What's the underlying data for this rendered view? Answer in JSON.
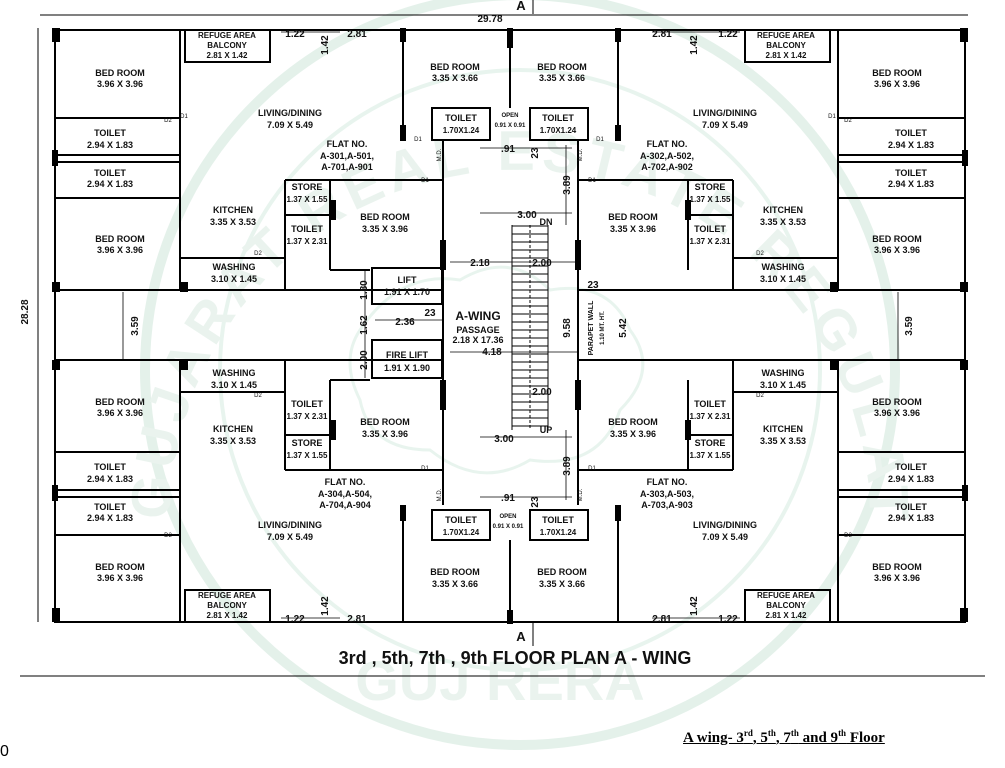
{
  "title": "3rd , 5th, 7th , 9th FLOOR PLAN  A - WING",
  "footer": {
    "prefix": "A wing- 3",
    "s1": "rd",
    "t2": ", 5",
    "s2": "th",
    "t3": ", 7",
    "s3": "th",
    "t4": " and 9",
    "s4": "th",
    "t5": " Floor"
  },
  "page_number": "0",
  "watermark": "GUJARAT REAL ESTATE REGULATORY AUTHORITY",
  "watermark_bottom": "GUJ RERA",
  "section_mark": "A",
  "overall": {
    "width": "29.78",
    "height": "28.28"
  },
  "core": {
    "wing_label": "A-WING",
    "passage": "PASSAGE",
    "passage_size": "2.18 X 17.36",
    "lift": "LIFT",
    "lift_size": "1.91 X 1.70",
    "fire_lift": "FIRE LIFT",
    "fire_lift_size": "1.91 X 1.90",
    "dn": "DN",
    "up": "UP",
    "parapet": "PARAPET WALL",
    "parapet_ht": "1.10 MT. HT.",
    "dims": {
      "d300": "3.00",
      "d218": "2.18",
      "d200": "2.00",
      "d236": "2.36",
      "d418": "4.18",
      "d23": "23",
      "d180": "1.80",
      "d162": "1.62",
      "d958": "9.58",
      "d542": "5.42",
      "d389": "3.89",
      "d091": ".91",
      "d359": "3.59",
      "d122": "1.22",
      "d142": "1.42",
      "d281": "2.81"
    }
  },
  "rooms": {
    "bedroom": "BED ROOM",
    "s396": "3.96 X 3.96",
    "s335_366": "3.35 X 3.66",
    "s335_396": "3.35 X 3.96",
    "toilet": "TOILET",
    "s294": "2.94 X 1.83",
    "s170": "1.70X1.24",
    "s137_231": "1.37 X 2.31",
    "s137_155": "1.37 X 1.55",
    "living": "LIVING/DINING",
    "s709": "7.09 X 5.49",
    "kitchen": "KITCHEN",
    "s335_353": "3.35 X 3.53",
    "washing": "WASHING",
    "s310": "3.10 X 1.45",
    "store": "STORE",
    "refuge1": "REFUGE AREA",
    "refuge2": "BALCONY",
    "s281": "2.81 X 1.42",
    "open": "OPEN",
    "open_size": "0.91 X 0.91"
  },
  "flats": {
    "label": "FLAT NO.",
    "nw": [
      "A-301,A-501,",
      "A-701,A-901"
    ],
    "ne": [
      "A-302,A-502,",
      "A-702,A-902"
    ],
    "sw": [
      "A-304,A-504,",
      "A-704,A-904"
    ],
    "se": [
      "A-303,A-503,",
      "A-703,A-903"
    ]
  },
  "door_tags": {
    "d1": "D1",
    "d2": "D2",
    "md": "M.D."
  }
}
